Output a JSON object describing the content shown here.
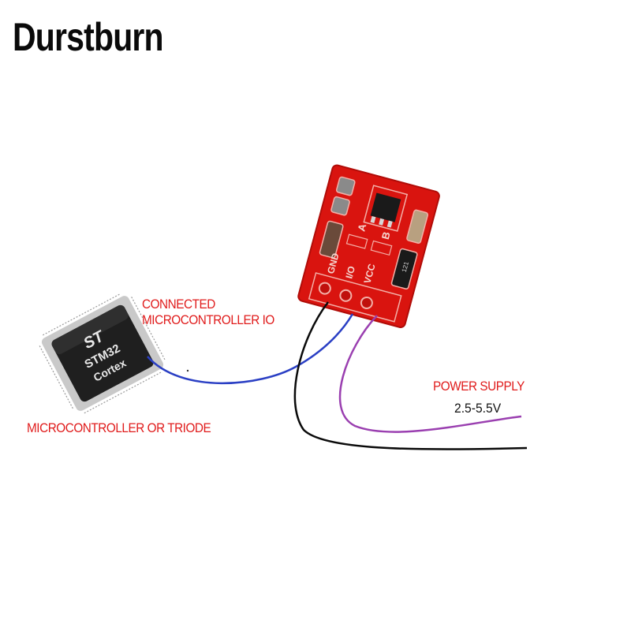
{
  "brand": {
    "name": "Durstburn"
  },
  "labels": {
    "connected_line1": "CONNECTED",
    "connected_line2": "MICROCONTROLLER IO",
    "mcu_caption": "MICROCONTROLLER OR TRIODE",
    "power_title": "POWER SUPPLY",
    "power_range": "2.5-5.5V"
  },
  "chip": {
    "logo": "ST",
    "model": "STM32",
    "core": "Cortex"
  },
  "module": {
    "pins": [
      "GND",
      "I/O",
      "VCC"
    ],
    "jumpers": [
      "A",
      "B"
    ],
    "resistor_code": "121"
  },
  "wires": [
    {
      "name": "gnd",
      "color": "#0a0a0a"
    },
    {
      "name": "io",
      "color": "#2a3fc4"
    },
    {
      "name": "vcc",
      "color": "#9a3fb0"
    }
  ],
  "colors": {
    "label_red": "#e01b1b",
    "pcb_red": "#d9140f",
    "chip_body": "#1e1e1e"
  }
}
